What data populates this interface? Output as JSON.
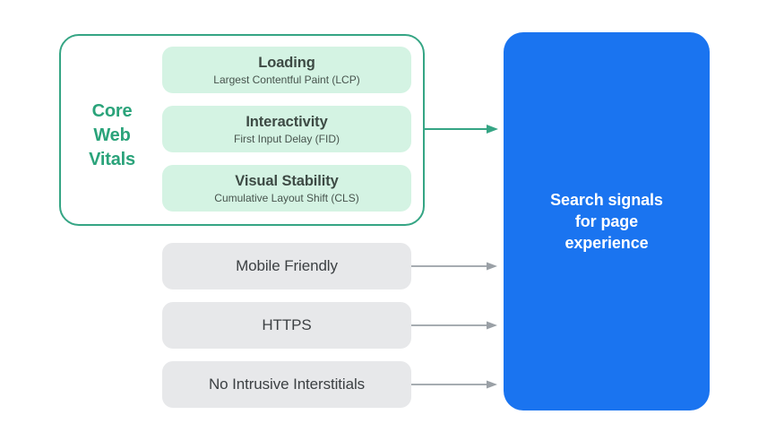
{
  "colors": {
    "green_accent": "#2aa37a",
    "green_border": "#35a584",
    "green_fill": "#d4f3e3",
    "gray_fill": "#e7e8ea",
    "gray_arrow": "#9aa0a6",
    "blue_fill": "#1a74f0",
    "dark_text": "#3c4043",
    "white_text": "#ffffff"
  },
  "icons": {
    "green_arrow": "arrow-right",
    "gray_arrow": "arrow-right"
  },
  "core_web_vitals": {
    "label": "Core\nWeb\nVitals",
    "metrics": [
      {
        "title": "Loading",
        "subtitle": "Largest Contentful Paint (LCP)"
      },
      {
        "title": "Interactivity",
        "subtitle": "First Input Delay (FID)"
      },
      {
        "title": "Visual Stability",
        "subtitle": "Cumulative Layout Shift (CLS)"
      }
    ]
  },
  "other_signals": [
    {
      "label": "Mobile Friendly"
    },
    {
      "label": "HTTPS"
    },
    {
      "label": "No Intrusive Interstitials"
    }
  ],
  "result": {
    "label": "Search signals\nfor page\nexperience"
  }
}
